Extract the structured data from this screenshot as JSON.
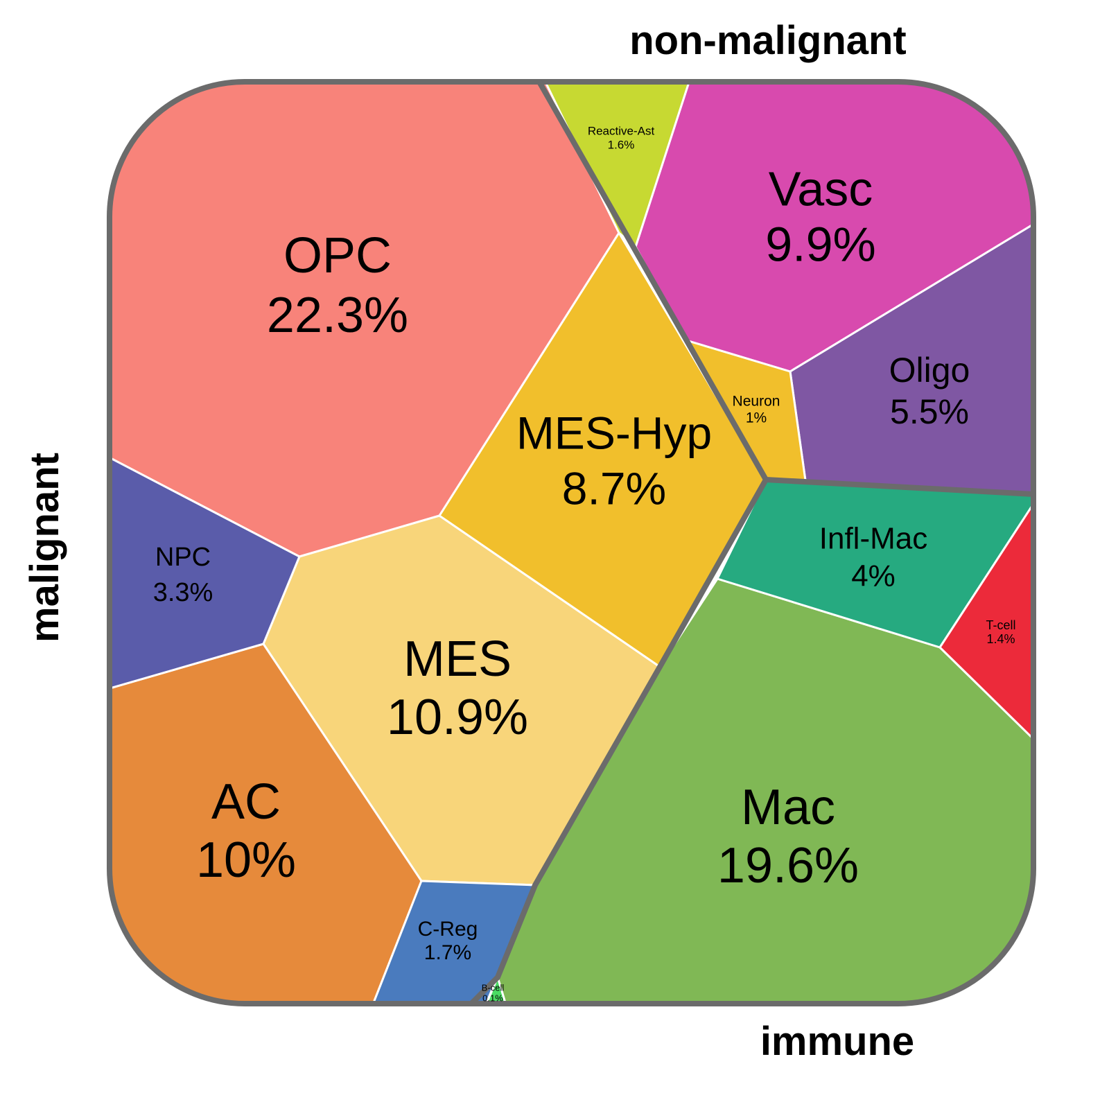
{
  "chart_data": {
    "type": "voronoi-treemap",
    "groups": [
      {
        "name": "malignant"
      },
      {
        "name": "non-malignant"
      },
      {
        "name": "immune"
      }
    ],
    "cells": [
      {
        "label": "OPC",
        "percent": "22.3%",
        "value": 22.3,
        "group": "malignant",
        "color": "#F8837A"
      },
      {
        "label": "Mac",
        "percent": "19.6%",
        "value": 19.6,
        "group": "immune",
        "color": "#80B855"
      },
      {
        "label": "MES",
        "percent": "10.9%",
        "value": 10.9,
        "group": "malignant",
        "color": "#F8D57A"
      },
      {
        "label": "AC",
        "percent": "10%",
        "value": 10.0,
        "group": "malignant",
        "color": "#E68A3B"
      },
      {
        "label": "Vasc",
        "percent": "9.9%",
        "value": 9.9,
        "group": "non-malignant",
        "color": "#D84AAE"
      },
      {
        "label": "MES-Hyp",
        "percent": "8.7%",
        "value": 8.7,
        "group": "malignant",
        "color": "#F1BF2C"
      },
      {
        "label": "Oligo",
        "percent": "5.5%",
        "value": 5.5,
        "group": "non-malignant",
        "color": "#7F57A3"
      },
      {
        "label": "Infl-Mac",
        "percent": "4%",
        "value": 4.0,
        "group": "immune",
        "color": "#26AA80"
      },
      {
        "label": "NPC",
        "percent": "3.3%",
        "value": 3.3,
        "group": "malignant",
        "color": "#5A5CAA"
      },
      {
        "label": "C-Reg",
        "percent": "1.7%",
        "value": 1.7,
        "group": "malignant",
        "color": "#4A7BBE"
      },
      {
        "label": "Reactive-Ast",
        "percent": "1.6%",
        "value": 1.6,
        "group": "non-malignant",
        "color": "#C7D932"
      },
      {
        "label": "T-cell",
        "percent": "1.4%",
        "value": 1.4,
        "group": "immune",
        "color": "#EC2A3A"
      },
      {
        "label": "Neuron",
        "percent": "1%",
        "value": 1.0,
        "group": "non-malignant",
        "color": "#F1BF2C"
      },
      {
        "label": "B-cell",
        "percent": "0.1%",
        "value": 0.1,
        "group": "immune",
        "color": "#4ADB63"
      }
    ]
  }
}
